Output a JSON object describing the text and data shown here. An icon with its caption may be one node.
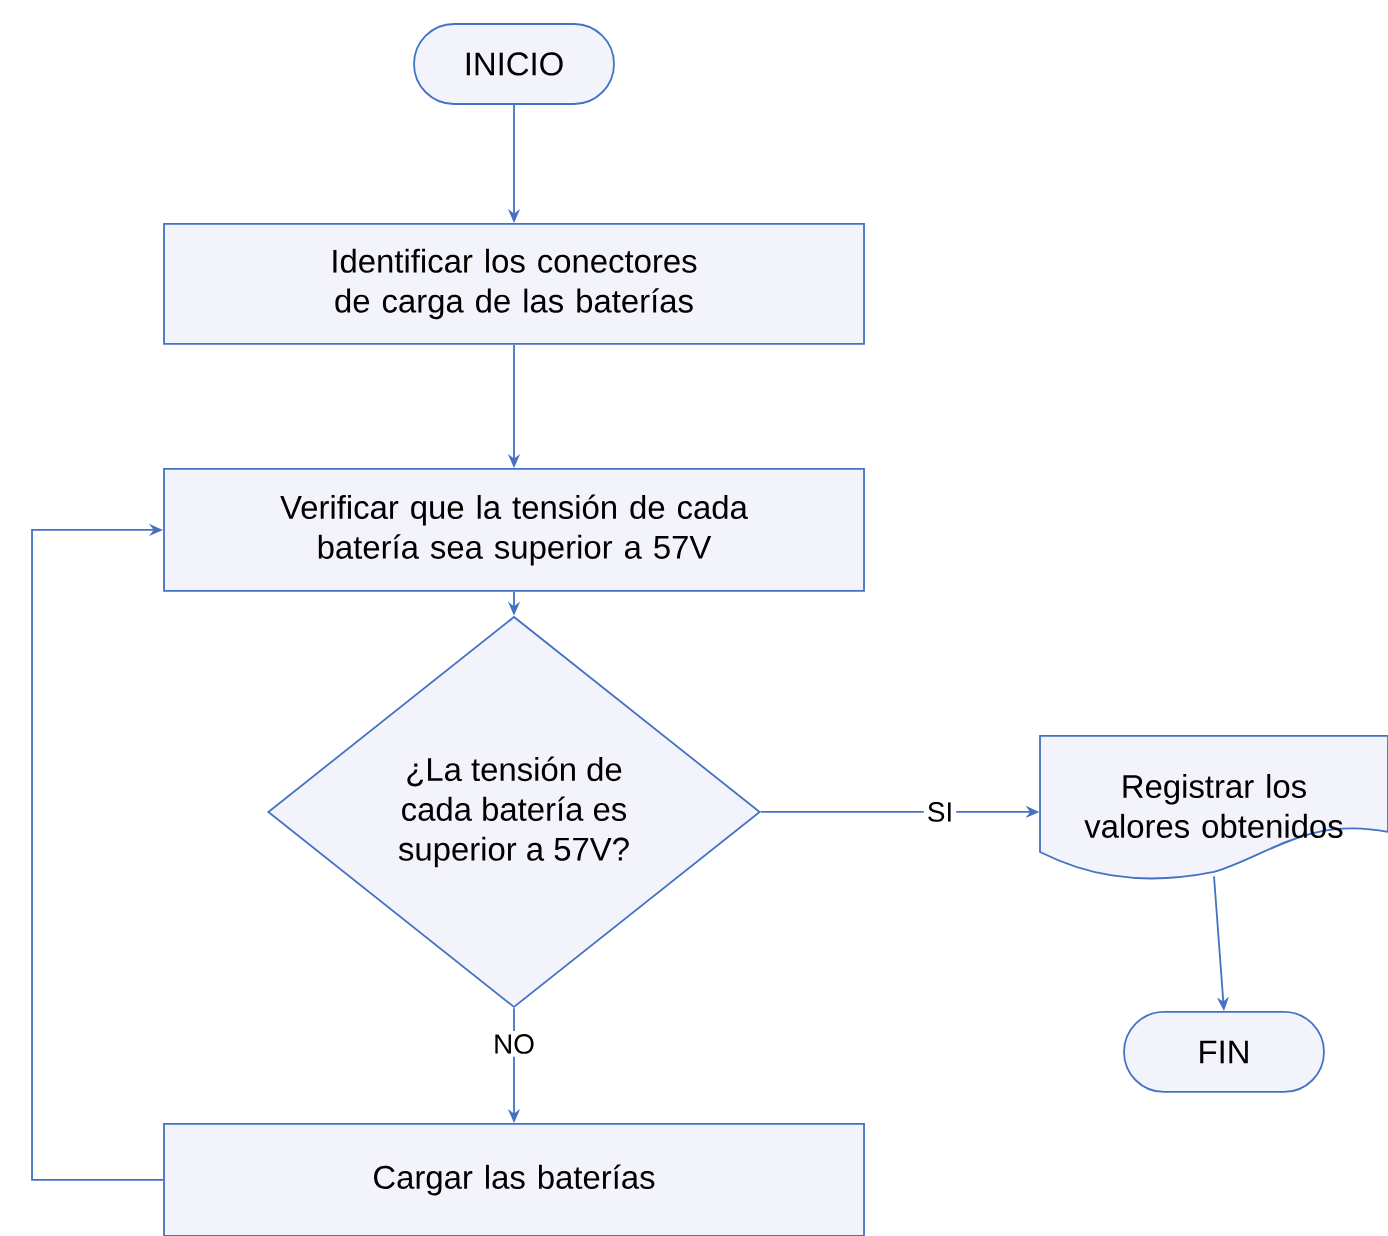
{
  "diagram": {
    "nodes": [
      {
        "text": [
          "INICIO"
        ]
      },
      {
        "text": [
          "Identificar los conectores de carga de las baterías"
        ]
      },
      {
        "text": [
          "Verificar que la tensión de cada batería sea superior a 57V"
        ]
      },
      {
        "text": [
          "¿La tensión de cada batería es superior a 57V?"
        ]
      },
      {
        "text": [
          "Registrar los valores obtenidos"
        ]
      },
      {
        "text": [
          "FIN"
        ]
      },
      {
        "text": [
          "Cargar las baterías"
        ]
      }
    ],
    "edges": [
      {
        "from": 0,
        "to": 1,
        "arrow": "to"
      },
      {
        "from": 1,
        "to": 2,
        "arrow": "to"
      },
      {
        "from": 2,
        "to": 3,
        "arrow": "to"
      },
      {
        "from": 3,
        "to": 4,
        "arrow": "to",
        "label": "SI"
      },
      {
        "from": 3,
        "to": 6,
        "arrow": "to",
        "label": "NO"
      },
      {
        "from": 4,
        "to": 5,
        "arrow": "to"
      },
      {
        "from": 6,
        "to": 2,
        "arrow": "to"
      }
    ]
  }
}
